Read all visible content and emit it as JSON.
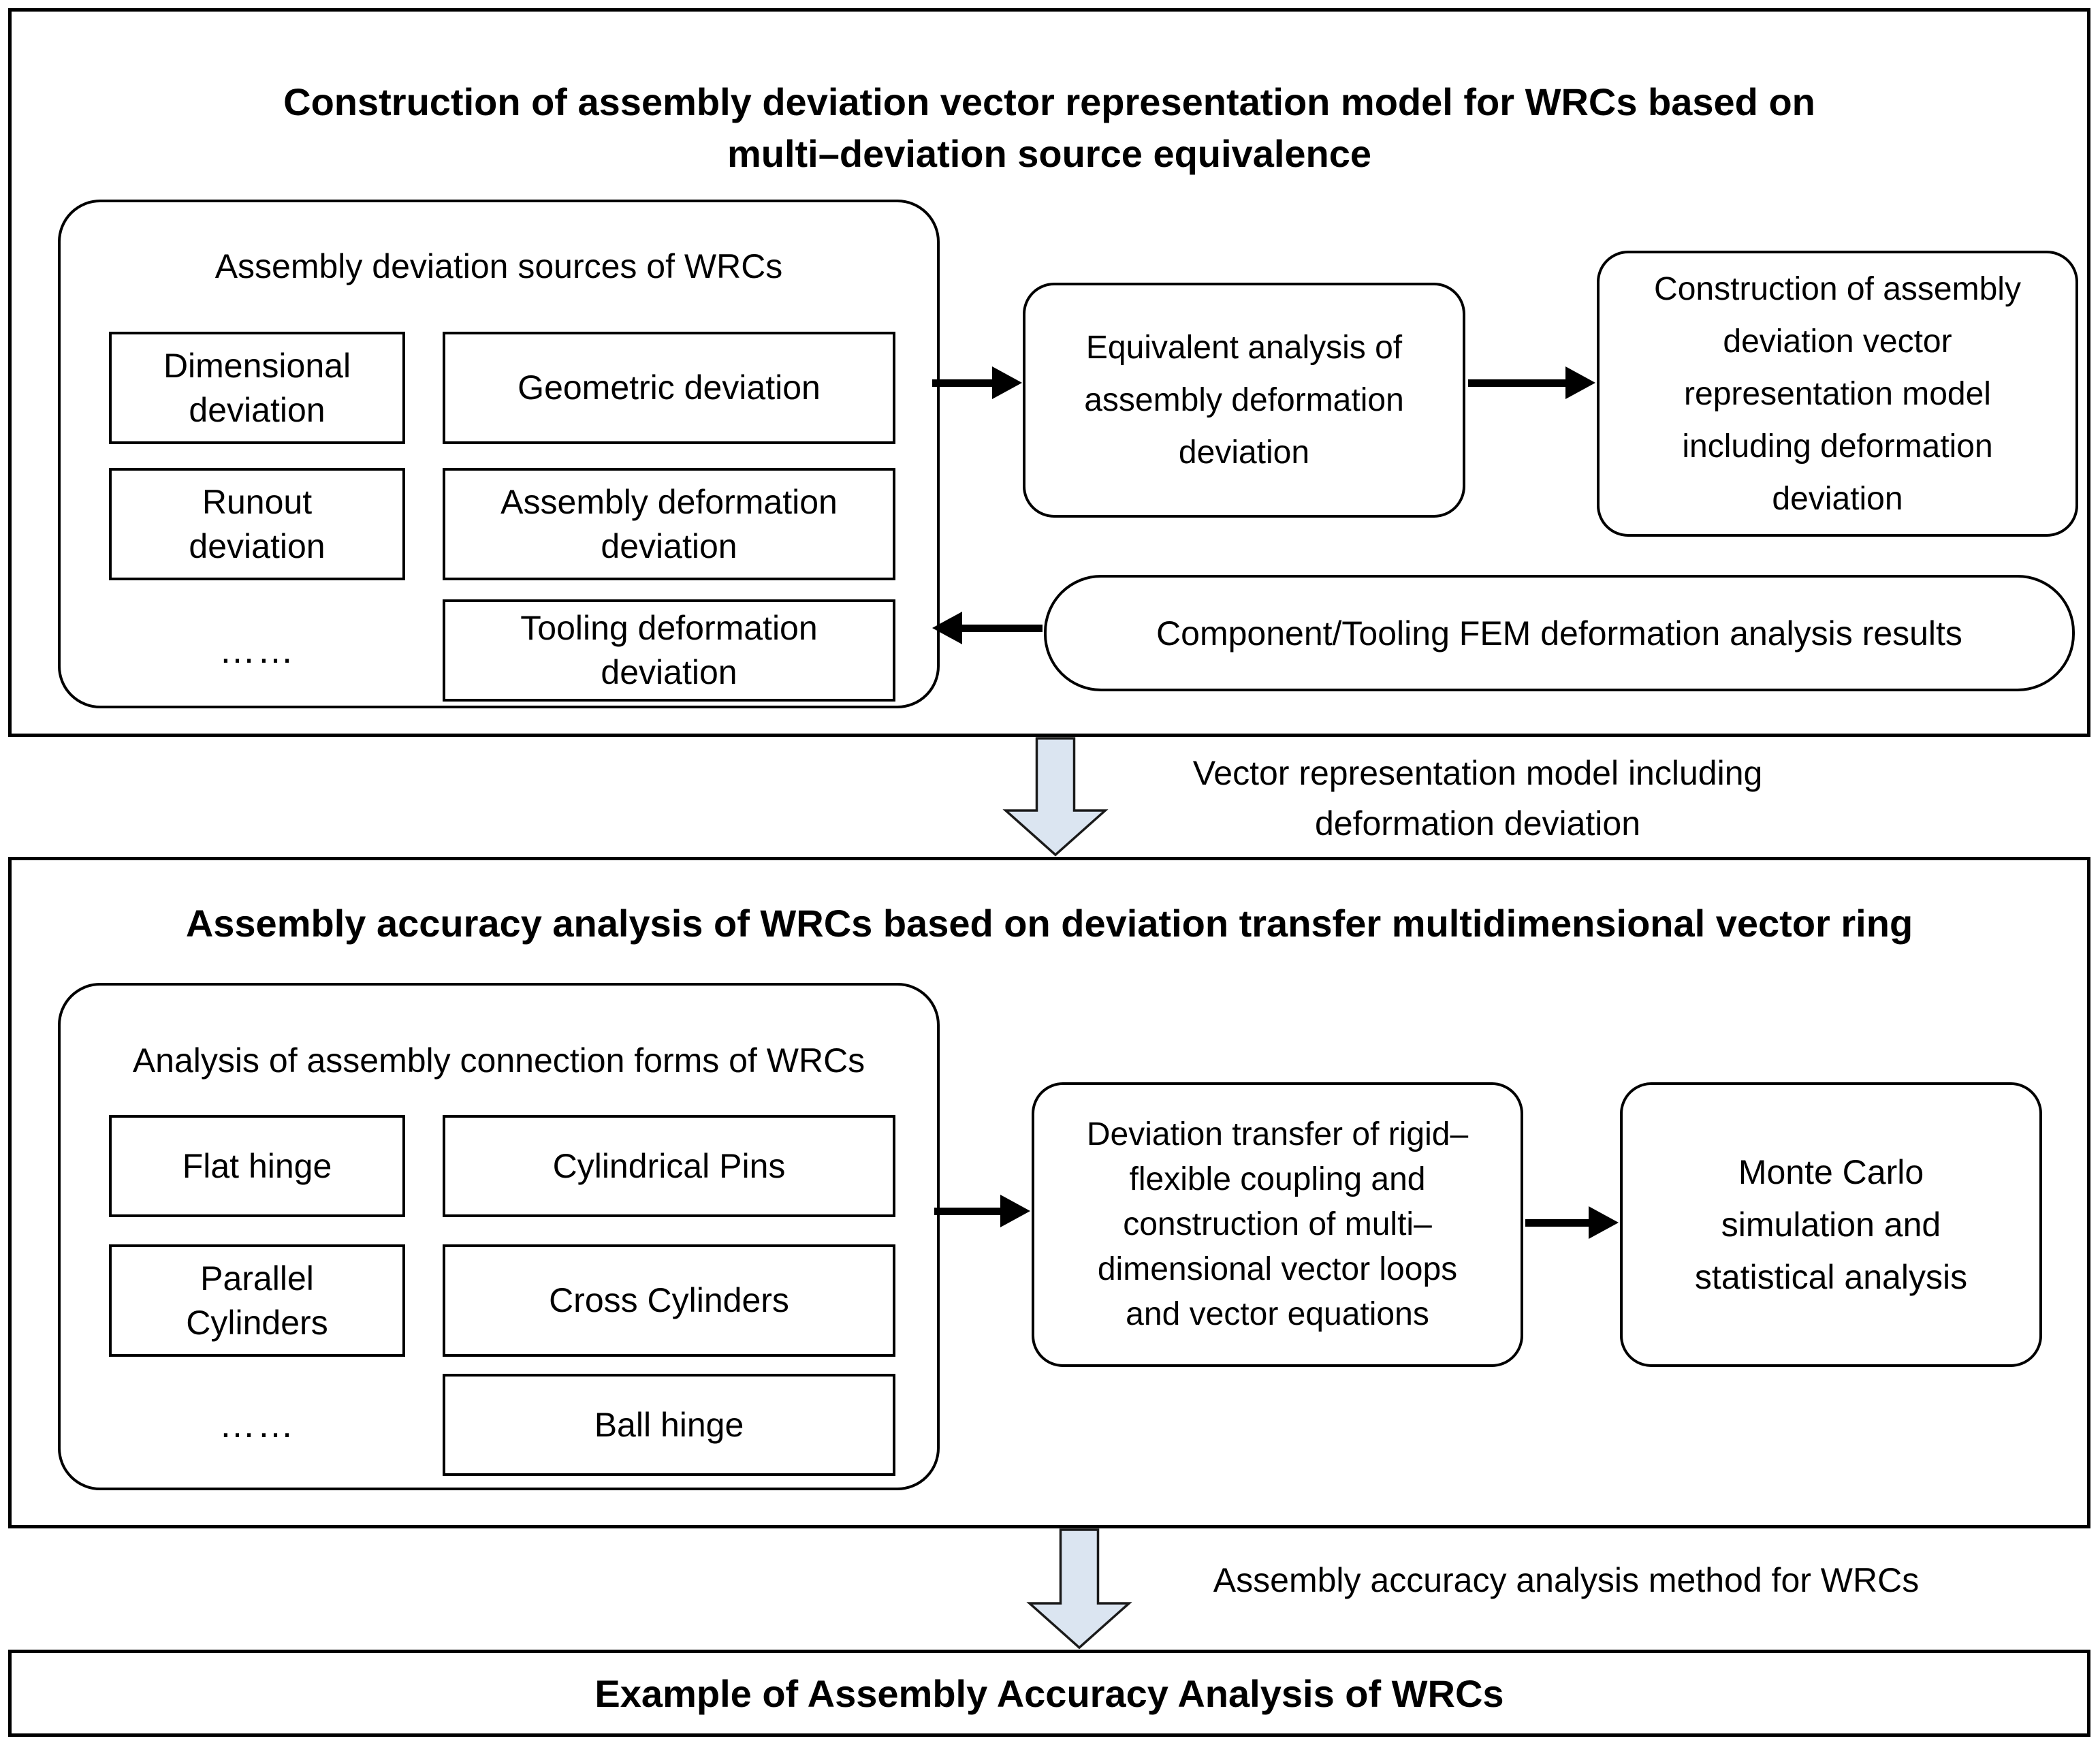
{
  "section1": {
    "title_line1": "Construction of assembly deviation vector representation model for WRCs based on",
    "title_line2": "multi–deviation source equivalence",
    "sources": {
      "label": "Assembly deviation sources of WRCs",
      "items": [
        "Dimensional deviation",
        "Geometric deviation",
        "Runout deviation",
        "Assembly deformation deviation",
        "……",
        "Tooling deformation deviation"
      ]
    },
    "equivalent_box": "Equivalent analysis of assembly deformation deviation",
    "construction_box": "Construction of assembly deviation vector representation model including deformation deviation",
    "fem_box": "Component/Tooling FEM deformation analysis results"
  },
  "connector1": {
    "label_line1": "Vector representation model including",
    "label_line2": "deformation deviation"
  },
  "section2": {
    "title": "Assembly accuracy analysis of WRCs based on deviation transfer multidimensional vector ring",
    "connections": {
      "label": "Analysis of assembly connection forms of WRCs",
      "items": [
        "Flat hinge",
        "Cylindrical Pins",
        "Parallel Cylinders",
        "Cross Cylinders",
        "……",
        "Ball hinge"
      ]
    },
    "transfer_box": "Deviation transfer of rigid–flexible coupling and construction of multi–dimensional vector loops and vector equations",
    "monte_carlo_box": "Monte Carlo simulation and statistical analysis"
  },
  "connector2": {
    "label": "Assembly accuracy analysis method for WRCs"
  },
  "section3": {
    "title": "Example of Assembly Accuracy Analysis of WRCs"
  },
  "colors": {
    "border": "#000000",
    "arrow_fill": "#dbe5f1",
    "arrow_stroke": "#1a1a1a"
  }
}
